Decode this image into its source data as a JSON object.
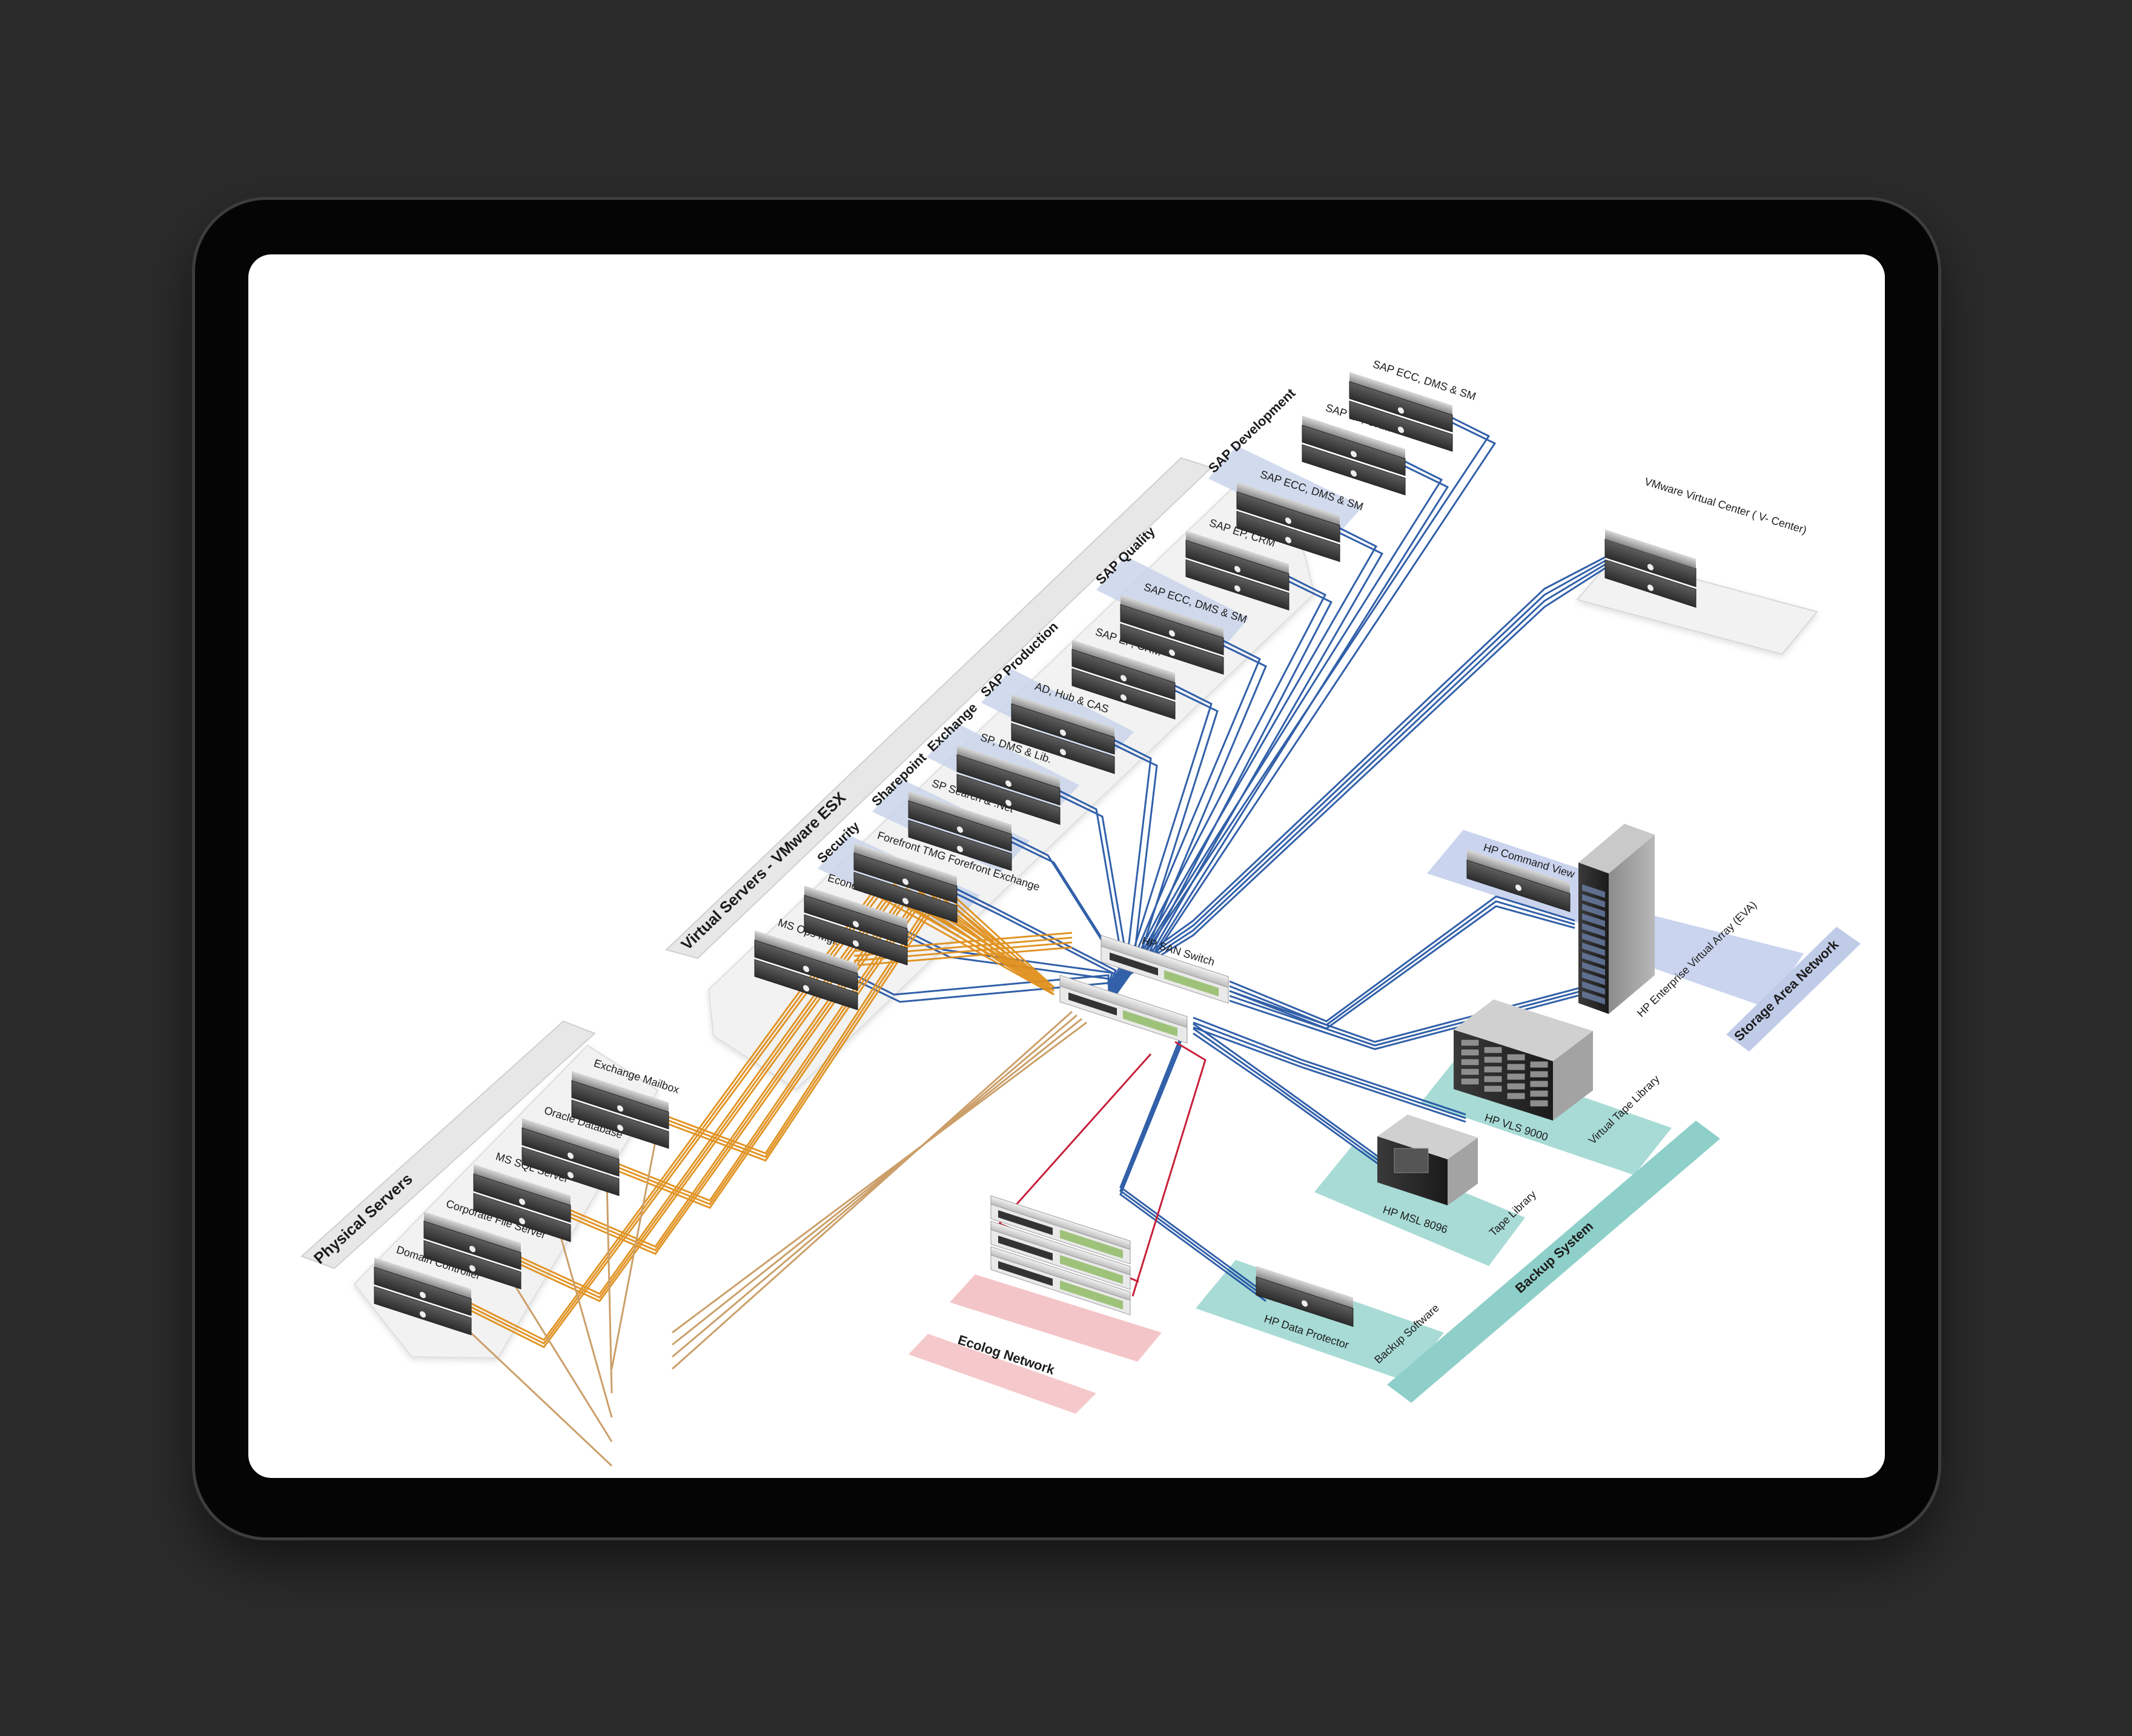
{
  "virtual_servers": {
    "title": "Virtual Servers - VMware ESX",
    "groups": [
      "Security",
      "Sharepoint",
      "Exchange",
      "SAP Production",
      "SAP Quality",
      "SAP Development"
    ],
    "servers": [
      "MS Ops Mgr.",
      "Econet & J2EE",
      "Forefront TMG Forefront Exchange",
      "SP Search & .Net",
      "SP, DMS & Lib.",
      "AD, Hub & CAS",
      "SAP EP, CRM",
      "SAP ECC, DMS & SM",
      "SAP EP, CRM",
      "SAP ECC, DMS & SM",
      "SAP EP, CRM",
      "SAP ECC, DMS & SM"
    ]
  },
  "physical_servers": {
    "title": "Physical Servers",
    "servers": [
      "Domain Controller",
      "Corporate File Server",
      "MS SQL Server",
      "Oracle Database",
      "Exchange Mailbox"
    ]
  },
  "vcenter": {
    "label": "VMware Virtual Center ( V- Center)"
  },
  "san_switch": {
    "label": "HP SAN Switch"
  },
  "command_view": {
    "label": "HP Command View"
  },
  "eva": {
    "label": "HP Enterprise Virtual Array (EVA)"
  },
  "storage_area_network": {
    "label": "Storage Area Network"
  },
  "vls": {
    "label": "HP VLS 9000",
    "sub": "Virtual Tape Library"
  },
  "msl": {
    "label": "HP MSL 8096",
    "sub": "Tape Library"
  },
  "data_protector": {
    "label": "HP Data Protector",
    "sub": "Backup Software"
  },
  "backup_system": {
    "label": "Backup System"
  },
  "ecolog_network": {
    "label": "Ecolog Network"
  },
  "colors": {
    "fiber": "#1c4fa0",
    "copper": "#e0901c",
    "ecolog": "#c8203a",
    "panel_blue": "#c7d3ea",
    "panel_teal": "#9fd6d2"
  }
}
